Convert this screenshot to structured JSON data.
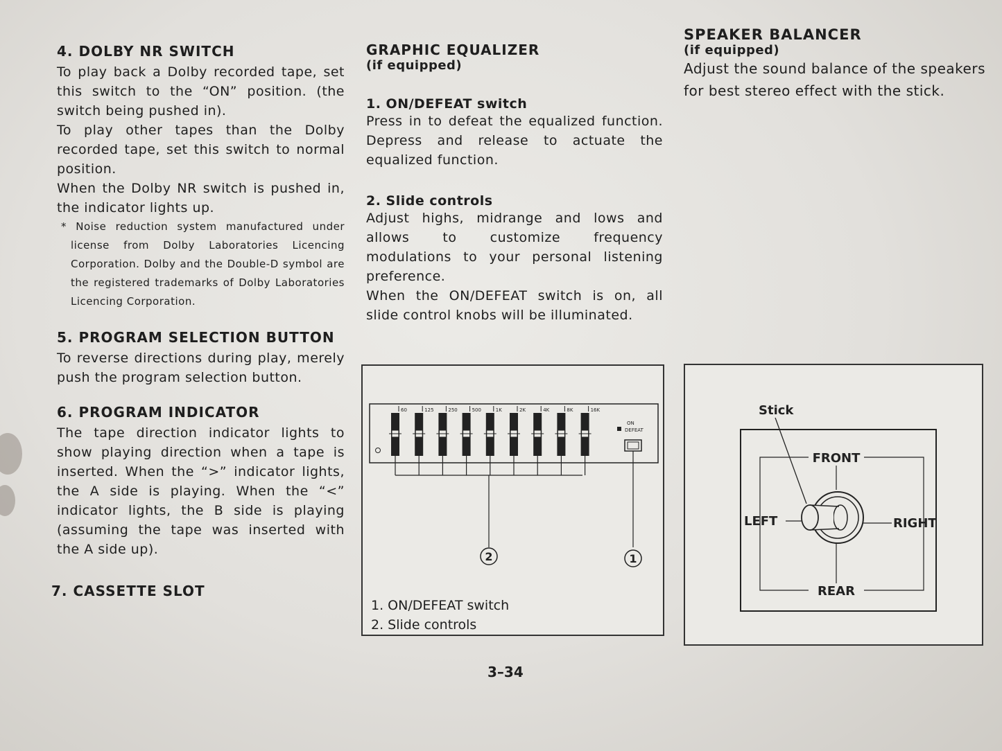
{
  "col1": {
    "s4_title": "4. DOLBY NR SWITCH",
    "s4_p1": "To play back a Dolby recorded tape, set this switch to the “ON” position. (the switch being pushed in).",
    "s4_p2": "To play other tapes than the Dolby recorded tape, set this switch to normal position.",
    "s4_p3": "When the Dolby NR switch is pushed in, the indicator lights up.",
    "s4_note": "* Noise reduction system manufactured under license from Dolby Laboratories Licencing Corporation. Dolby and the Double-D symbol are the registered trademarks of Dolby Laboratories Licencing Corporation.",
    "s5_title": "5. PROGRAM SELECTION BUTTON",
    "s5_p1": "To reverse directions during play, merely push the program selection button.",
    "s6_title": "6. PROGRAM INDICATOR",
    "s6_p1": "The tape direction indicator lights to show playing direction when a tape is inserted. When the “>” indicator lights, the A side is playing. When the “<” indicator lights, the B side is playing (assuming the tape was inserted with the A side up).",
    "s7_title": "7. CASSETTE SLOT"
  },
  "col2": {
    "title": "GRAPHIC EQUALIZER",
    "subtitle": "(if equipped)",
    "i1_title": "1. ON/DEFEAT switch",
    "i1_p1": "Press in to defeat the equalized function. Depress and release to actuate the equalized function.",
    "i2_title": "2. Slide controls",
    "i2_p1": "Adjust highs, midrange and lows and allows to customize frequency modulations to your personal listening preference.",
    "i2_p2": "When the ON/DEFEAT switch is on, all slide control knobs will be illuminated."
  },
  "col3": {
    "title": "SPEAKER BALANCER",
    "subtitle": "(if equipped)",
    "p1": "Adjust the sound balance of the speakers for best stereo effect with the stick."
  },
  "eq_figure": {
    "bands": [
      "60",
      "125",
      "250",
      "500",
      "1K",
      "2K",
      "4K",
      "8K",
      "16K"
    ],
    "switch_on": "ON",
    "switch_defeat": "DEFEAT",
    "callout_1": "①",
    "callout_2": "②",
    "legend_1": "1. ON/DEFEAT switch",
    "legend_2": "2. Slide controls"
  },
  "balancer_figure": {
    "stick": "Stick",
    "front": "FRONT",
    "rear": "REAR",
    "left": "LEFT",
    "right": "RIGHT"
  },
  "page_number": "3–34"
}
